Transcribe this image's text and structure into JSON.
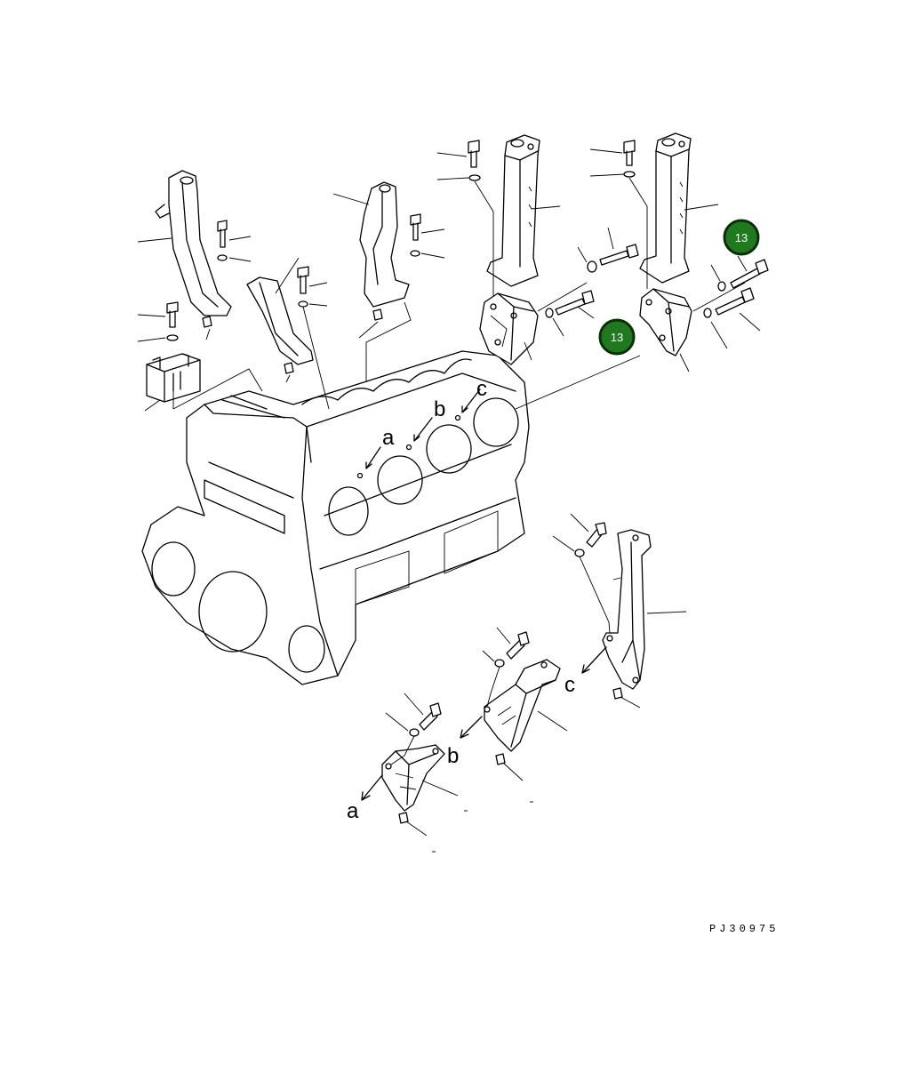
{
  "drawing_code": "PJ30975",
  "badges": [
    {
      "text": "13",
      "color": "#1f7a1f",
      "ring": "#0b2e0b"
    },
    {
      "text": "13",
      "color": "#1f7a1f",
      "ring": "#0b2e0b"
    }
  ],
  "mount_letters": {
    "a": "a",
    "b": "b",
    "c": "c"
  },
  "bracket_letters": {
    "a": "a",
    "b": "b",
    "c": "c"
  }
}
